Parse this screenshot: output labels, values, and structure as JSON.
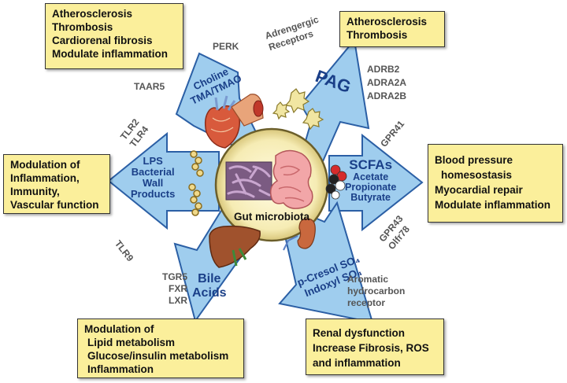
{
  "center": {
    "label": "Gut microbiota"
  },
  "arrows": {
    "choline": {
      "line1": "Choline",
      "line2": "TMA/TMAO"
    },
    "pag": {
      "label": "PAG"
    },
    "scfa": {
      "title": "SCFAs",
      "l1": "Acetate",
      "l2": "Propionate",
      "l3": "Butyrate"
    },
    "pcresol": {
      "line1": "p-Cresol SO₄",
      "line2": "Indoxyl SO₄"
    },
    "bile": {
      "line1": "Bile",
      "line2": "Acids"
    },
    "lps": {
      "l1": "LPS",
      "l2": "Bacterial",
      "l3": "Wall",
      "l4": "Products"
    }
  },
  "receptors": {
    "perk": "PERK",
    "taar5": "TAAR5",
    "adrenergic": [
      "Adrengergic",
      "Receptors"
    ],
    "adrb": [
      "ADRB2",
      "ADRA2A",
      "ADRA2B"
    ],
    "gpr41": "GPR41",
    "gpr43": [
      "GPR43",
      "Olfr78"
    ],
    "ahr": [
      "Aromatic",
      "hydrocarbon",
      "receptor"
    ],
    "fxr": [
      "TGR5",
      "FXR",
      "LXR"
    ],
    "tlr24": [
      "TLR2",
      "TLR4"
    ],
    "tlr9": "TLR9"
  },
  "boxes": {
    "topleft": [
      "Atherosclerosis",
      "Thrombosis",
      "Cardiorenal fibrosis",
      "Modulate inflammation"
    ],
    "topright": [
      "Atherosclerosis",
      "Thrombosis"
    ],
    "right": [
      "Blood pressure",
      "homesostasis",
      "Myocardial repair",
      "Modulate inflammation"
    ],
    "bottomright": [
      "Renal dysfunction",
      "Increase Fibrosis, ROS",
      "and inflammation"
    ],
    "bottomleft": [
      "Modulation of",
      "Lipid metabolism",
      "Glucose/insulin metabolism",
      "Inflammation"
    ],
    "left": [
      "Modulation of",
      "Inflammation,",
      "Immunity,",
      "Vascular function"
    ]
  },
  "colors": {
    "arrow_fill": "#9fcdee",
    "arrow_stroke": "#2b5fa5",
    "box_fill": "#fbef9b",
    "text_blue": "#1a3f88",
    "receptor_gray": "#555555"
  }
}
